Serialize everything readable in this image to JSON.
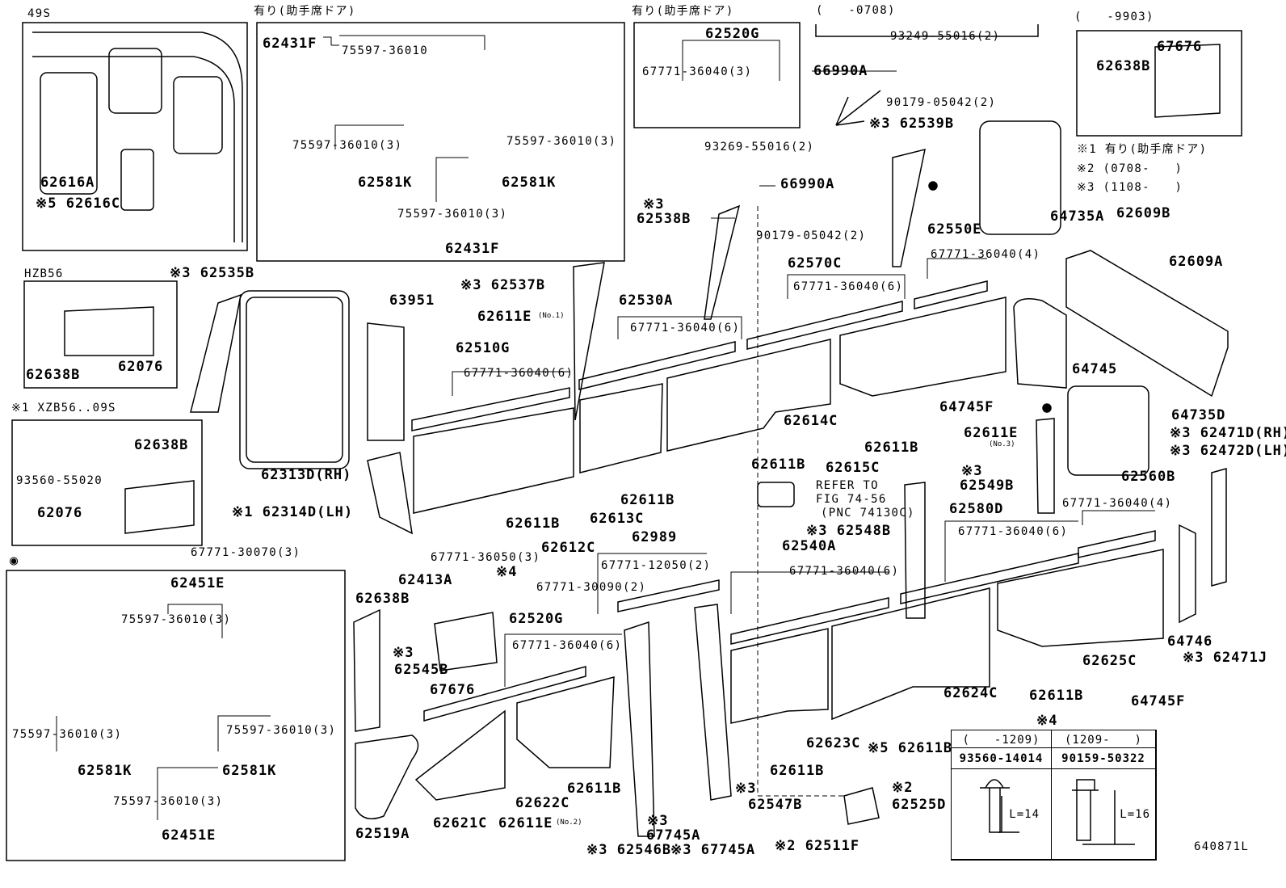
{
  "diagram_id": "640871L",
  "insets": {
    "box_49s": {
      "title": "49S",
      "labels": [
        "62616A",
        "※5 62616C"
      ]
    },
    "box_passenger_door_1": {
      "title": "有り(助手席ドア)",
      "labels": [
        "62431F",
        "75597-36010",
        "75597-36010(3)",
        "75597-36010(3)",
        "62581K",
        "62581K",
        "75597-36010(3)",
        "62431F"
      ]
    },
    "box_passenger_door_2": {
      "title": "有り(助手席ドア)",
      "labels": [
        "62520G",
        "67771-36040(3)"
      ]
    },
    "box_9903": {
      "title": "(　　-9903)",
      "labels": [
        "67676",
        "62638B"
      ]
    },
    "box_hzb56": {
      "title": "HZB56",
      "labels": [
        "62638B",
        "62076"
      ]
    },
    "box_xzb56": {
      "title": "※1 XZB56..09S",
      "labels": [
        "62638B",
        "93560-55020",
        "62076"
      ]
    },
    "box_circle": {
      "title": "◉",
      "labels": [
        "62451E",
        "75597-36010(3)",
        "75597-36010(3)",
        "75597-36010(3)",
        "62581K",
        "62581K",
        "75597-36010(3)",
        "62451E"
      ]
    }
  },
  "notes": [
    "※1 有り(助手席ドア)",
    "※2 (0708-　　)",
    "※3 (1108-　　)"
  ],
  "labels": [
    "(　　-0708)",
    "93249-55016(2)",
    "66990A",
    "90179-05042(2)",
    "※3 62539B",
    "93269-55016(2)",
    "66990A",
    "90179-05042(2)",
    "※3",
    "62538B",
    "64735A",
    "62609B",
    "62609A",
    "62550E",
    "67771-36040(4)",
    "62570C",
    "67771-36040(6)",
    "※3 62535B",
    "63951",
    "※3 62537B",
    "62611E",
    "(No.1)",
    "62530A",
    "67771-36040(6)",
    "62510G",
    "67771-36040(6)",
    "64745",
    "64745F",
    "64735D",
    "※3 62471D(RH)",
    "※3 62472D(LH)",
    "62614C",
    "62611B",
    "62611E",
    "(No.3)",
    "62611B",
    "62615C",
    "※3",
    "62549B",
    "62560B",
    "67771-36040(4)",
    "REFER TO",
    "FIG 74-56",
    "(PNC 74130C)",
    "62313D(RH)",
    "※1 62314D(LH)",
    "62580D",
    "67771-36040(6)",
    "※3 62548B",
    "62611B",
    "62613C",
    "62611B",
    "62989",
    "62540A",
    "67771-36040(6)",
    "67771-30070(3)",
    "67771-36050(3)",
    "62612C",
    "67771-12050(2)",
    "62413A",
    "※4",
    "67771-30090(2)",
    "62638B",
    "62520G",
    "67771-36040(6)",
    "※3",
    "62545B",
    "67676",
    "64746",
    "※3 62471J",
    "62625C",
    "64745F",
    "62611B",
    "62624C",
    "62623C",
    "※5 62611B",
    "62611B",
    "62622C",
    "62611B",
    "62621C",
    "62611E",
    "(No.2)",
    "62519A",
    "※3",
    "67745A",
    "※3 62546B",
    "※3 67745A",
    "※3",
    "62547B",
    "※2",
    "62525D",
    "※2 62511F",
    "640871L"
  ],
  "fastener_table": {
    "title": "※4",
    "columns": [
      {
        "period": "(　　-1209)",
        "part": "93560-14014",
        "length": "L=14"
      },
      {
        "period": "(1209-　　)",
        "part": "90159-50322",
        "length": "L=16"
      }
    ]
  }
}
